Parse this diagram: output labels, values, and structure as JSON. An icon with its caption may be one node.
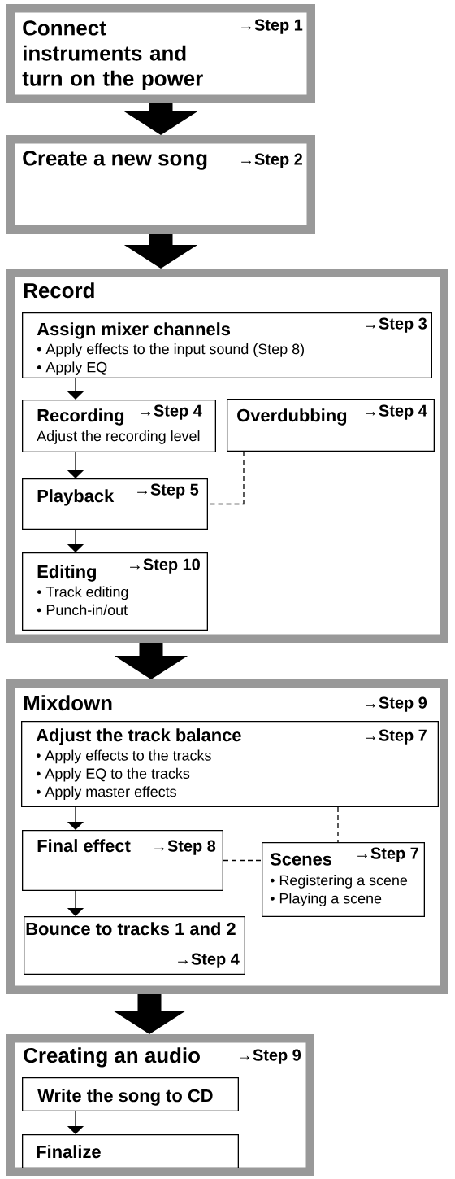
{
  "diagram": {
    "nodes": [
      {
        "text": [
          "Connect instruments and turn on the power",
          "→Step 1"
        ]
      },
      {
        "text": [
          "Create a new song",
          "→Step 2"
        ]
      },
      {
        "text": [
          "Record"
        ]
      },
      {
        "text": [
          "Assign mixer channels",
          "→Step 3",
          "• Apply effects to the input sound (Step 8)",
          "• Apply EQ"
        ],
        "in": 2
      },
      {
        "text": [
          "Recording",
          "→Step 4",
          "Adjust the recording level"
        ],
        "in": 2
      },
      {
        "text": [
          "Overdubbing",
          "→Step 4"
        ],
        "in": 2
      },
      {
        "text": [
          "Playback",
          "→Step 5"
        ],
        "in": 2
      },
      {
        "text": [
          "Editing",
          "→Step 10",
          "• Track editing",
          "• Punch-in/out"
        ],
        "in": 2
      },
      {
        "text": [
          "Mixdown",
          "→Step 9"
        ]
      },
      {
        "text": [
          "Adjust the track balance",
          "→Step 7",
          "• Apply effects to the tracks",
          "• Apply EQ to the tracks",
          "• Apply master effects"
        ],
        "in": 8
      },
      {
        "text": [
          "Final effect",
          "→Step 8"
        ],
        "in": 8
      },
      {
        "text": [
          "Scenes",
          "→Step 7",
          "• Registering a scene",
          "• Playing a scene"
        ],
        "in": 8
      },
      {
        "text": [
          "Bounce to tracks 1 and 2",
          "→Step 4"
        ],
        "in": 8
      },
      {
        "text": [
          "Creating an audio",
          "→Step 9"
        ]
      },
      {
        "text": [
          "Write the song to CD"
        ],
        "in": 13
      },
      {
        "text": [
          "Finalize"
        ],
        "in": 13
      }
    ],
    "edges": [
      {
        "from": 0,
        "to": 1,
        "arrow": "to",
        "style": "thick"
      },
      {
        "from": 1,
        "to": 2,
        "arrow": "to",
        "style": "thick"
      },
      {
        "from": 3,
        "to": 4,
        "arrow": "to"
      },
      {
        "from": 4,
        "to": 6,
        "arrow": "to"
      },
      {
        "from": 5,
        "to": 6,
        "arrow": "none",
        "style": "dashed"
      },
      {
        "from": 6,
        "to": 7,
        "arrow": "to"
      },
      {
        "from": 2,
        "to": 8,
        "arrow": "to",
        "style": "thick"
      },
      {
        "from": 9,
        "to": 10,
        "arrow": "to"
      },
      {
        "from": 9,
        "to": 11,
        "arrow": "none",
        "style": "dashed"
      },
      {
        "from": 10,
        "to": 11,
        "arrow": "none",
        "style": "dashed"
      },
      {
        "from": 10,
        "to": 12,
        "arrow": "to"
      },
      {
        "from": 8,
        "to": 13,
        "arrow": "to",
        "style": "thick"
      },
      {
        "from": 14,
        "to": 15,
        "arrow": "to"
      }
    ]
  }
}
